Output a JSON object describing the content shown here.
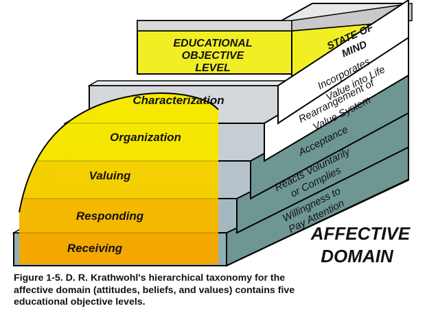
{
  "figure": {
    "header_box": {
      "left_lines": [
        "EDUCATIONAL",
        "OBJECTIVE",
        "LEVEL"
      ],
      "right_lines": [
        "STATE OF",
        "MIND"
      ]
    },
    "levels": [
      "Receiving",
      "Responding",
      "Valuing",
      "Organization",
      "Characterization"
    ],
    "states": [
      [
        "Willingness to",
        "Pay Attention"
      ],
      [
        "Reacts Voluntarily",
        "or Complies"
      ],
      [
        "Acceptance"
      ],
      [
        "Rearrangement of",
        "Value System"
      ],
      [
        "Incorporates",
        "Value into Life"
      ]
    ],
    "domain_title": [
      "AFFECTIVE",
      "DOMAIN"
    ],
    "colors": {
      "yellow": "#F5E900",
      "orange": "#F5A800",
      "steel": "#9DB2BF",
      "teal": "#6E9693",
      "header_yellow": "#F2EE24"
    }
  },
  "caption": {
    "lines": [
      "Figure 1-5. D. R. Krathwohl's hierarchical taxonomy for the",
      "affective domain (attitudes, beliefs, and values) contains five",
      "educational objective levels."
    ]
  }
}
